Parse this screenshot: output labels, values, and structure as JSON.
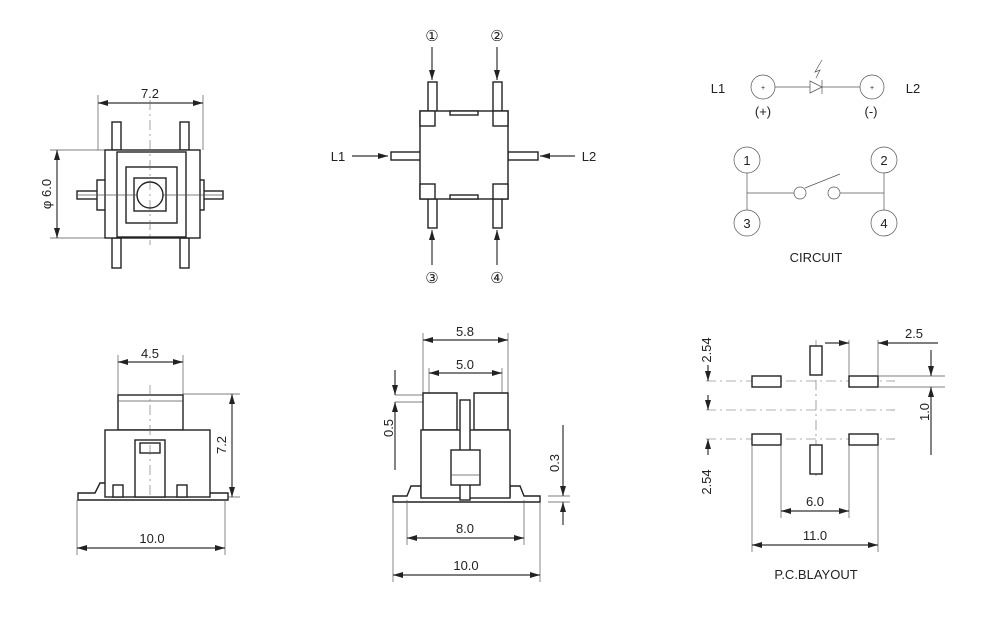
{
  "top_view": {
    "width_dim": "7.2",
    "diameter_dim": "φ 6.0"
  },
  "pin_view": {
    "pins": [
      "①",
      "②",
      "③",
      "④"
    ],
    "left_label": "L1",
    "right_label": "L2"
  },
  "circuit": {
    "led_left": "L1",
    "led_right": "L2",
    "led_left_polarity": "(+)",
    "led_right_polarity": "(-)",
    "terminal_plus": "+",
    "switch_pins": [
      "1",
      "2",
      "3",
      "4"
    ],
    "title": "CIRCUIT"
  },
  "side_view": {
    "cap_width": "4.5",
    "height": "7.2",
    "total_width": "10.0"
  },
  "front_view": {
    "outer_top": "5.8",
    "inner_top": "5.0",
    "step": "0.5",
    "foot": "0.3",
    "pad_span": "8.0",
    "total_width": "10.0"
  },
  "pcb_layout": {
    "pitch_top": "2.54",
    "pitch_bottom": "2.54",
    "pad_length": "2.5",
    "pad_width": "1.0",
    "inner_span": "6.0",
    "outer_span": "11.0",
    "title": "P.C.BLAYOUT"
  }
}
